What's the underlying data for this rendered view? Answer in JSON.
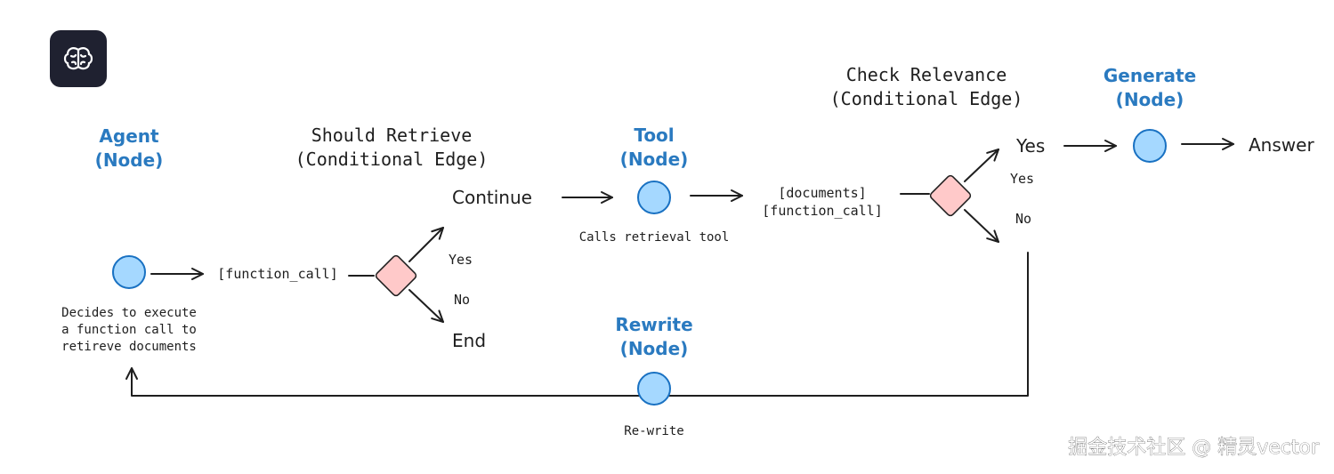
{
  "logo_icon": "brain-icon",
  "colors": {
    "node_fill": "#a5d8ff",
    "node_stroke": "#1971c2",
    "node_title": "#2a7ac0",
    "diamond_fill": "#ffc9c9",
    "logo_bg": "#1f2130"
  },
  "nodes": {
    "agent": {
      "title": "Agent",
      "subtitle": "(Node)",
      "desc": [
        "Decides to execute",
        "a function call to",
        "retireve documents"
      ]
    },
    "tool": {
      "title": "Tool",
      "subtitle": "(Node)",
      "desc": "Calls retrieval tool"
    },
    "generate": {
      "title": "Generate",
      "subtitle": "(Node)"
    },
    "rewrite": {
      "title": "Rewrite",
      "subtitle": "(Node)",
      "desc": "Re-write"
    }
  },
  "edges": {
    "should_retrieve": {
      "title": "Should Retrieve",
      "subtitle": "(Conditional Edge)",
      "yes": "Yes",
      "no": "No",
      "continue": "Continue",
      "end": "End"
    },
    "check_relevance": {
      "title": "Check Relevance",
      "subtitle": "(Conditional Edge)",
      "yes_label": "Yes",
      "yes": "Yes",
      "no": "No",
      "answer": "Answer"
    }
  },
  "messages": {
    "function_call": "[function_call]",
    "documents": "[documents]",
    "function_call_2": "[function_call]"
  },
  "watermark": "掘金技术社区 @ 精灵vector"
}
